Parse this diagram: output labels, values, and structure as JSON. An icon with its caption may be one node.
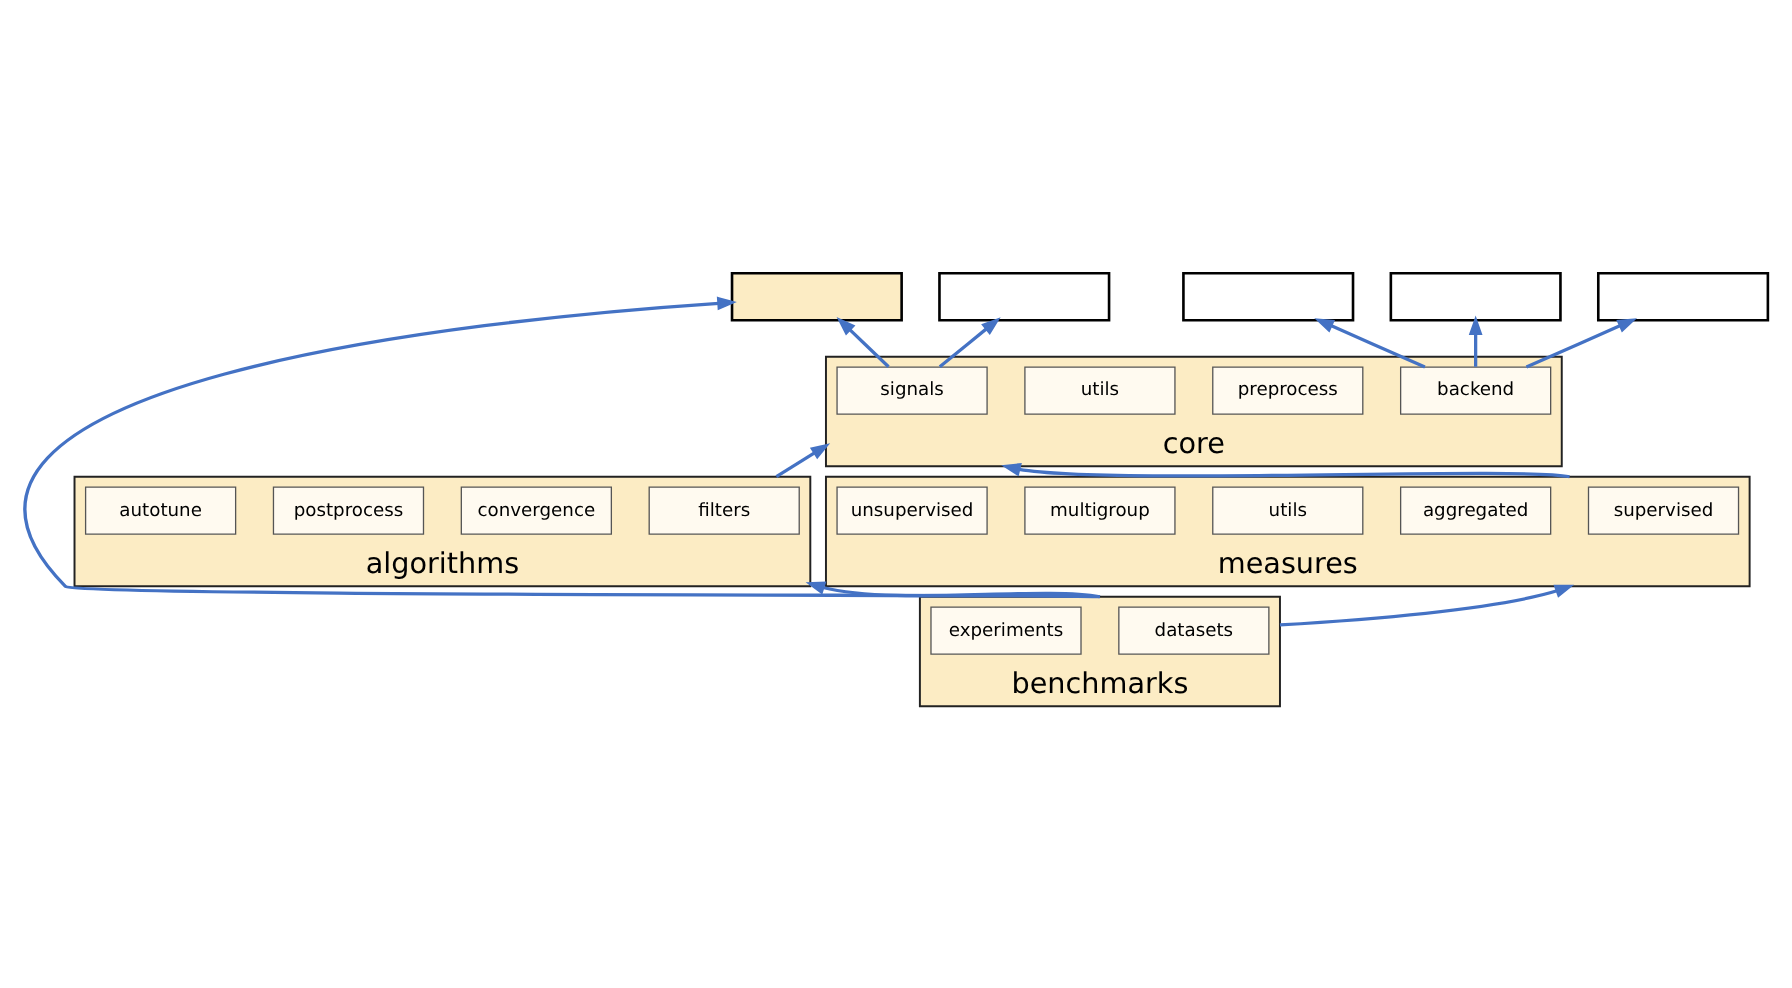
{
  "diagram": {
    "nodes": [
      {
        "text": [],
        "shape": "box"
      },
      {
        "text": [],
        "shape": "box"
      },
      {
        "text": [
          "core"
        ]
      },
      {
        "text": [
          "signals"
        ],
        "in": 2
      },
      {
        "text": [
          "preprocess"
        ],
        "in": 2
      },
      {
        "text": [
          "utils"
        ],
        "in": 2
      },
      {
        "text": [
          "backend"
        ],
        "in": 2
      },
      {
        "text": [],
        "shape": "box"
      },
      {
        "text": [],
        "shape": "box"
      },
      {
        "text": [],
        "shape": "box"
      },
      {
        "text": [
          "algorithms"
        ]
      },
      {
        "text": [
          "filters"
        ],
        "in": 10
      },
      {
        "text": [
          "convergence"
        ],
        "in": 10
      },
      {
        "text": [
          "postprocess"
        ],
        "in": 10
      },
      {
        "text": [
          "autotune"
        ],
        "in": 10
      },
      {
        "text": [
          "measures"
        ]
      },
      {
        "text": [
          "supervised"
        ],
        "in": 15
      },
      {
        "text": [
          "aggregated"
        ],
        "in": 15
      },
      {
        "text": [
          "utils"
        ],
        "in": 15
      },
      {
        "text": [
          "multigroup"
        ],
        "in": 15
      },
      {
        "text": [
          "unsupervised"
        ],
        "in": 15
      },
      {
        "text": [
          "benchmarks"
        ]
      },
      {
        "text": [
          "datasets"
        ],
        "in": 21
      },
      {
        "text": [
          "experiments"
        ],
        "in": 21
      }
    ],
    "edges": [
      {
        "from": 3,
        "to": 1,
        "arrow": "to"
      },
      {
        "from": 3,
        "to": 0,
        "arrow": "to"
      },
      {
        "from": 6,
        "to": 7,
        "arrow": "to"
      },
      {
        "from": 6,
        "to": 8,
        "arrow": "to"
      },
      {
        "from": 6,
        "to": 9,
        "arrow": "to"
      },
      {
        "from": 10,
        "to": 2,
        "arrow": "to"
      },
      {
        "from": 15,
        "to": 2,
        "arrow": "to"
      },
      {
        "from": 21,
        "to": 10,
        "arrow": "to"
      },
      {
        "from": 21,
        "to": 0,
        "arrow": "to"
      },
      {
        "from": 21,
        "to": 15,
        "arrow": "to"
      }
    ]
  }
}
